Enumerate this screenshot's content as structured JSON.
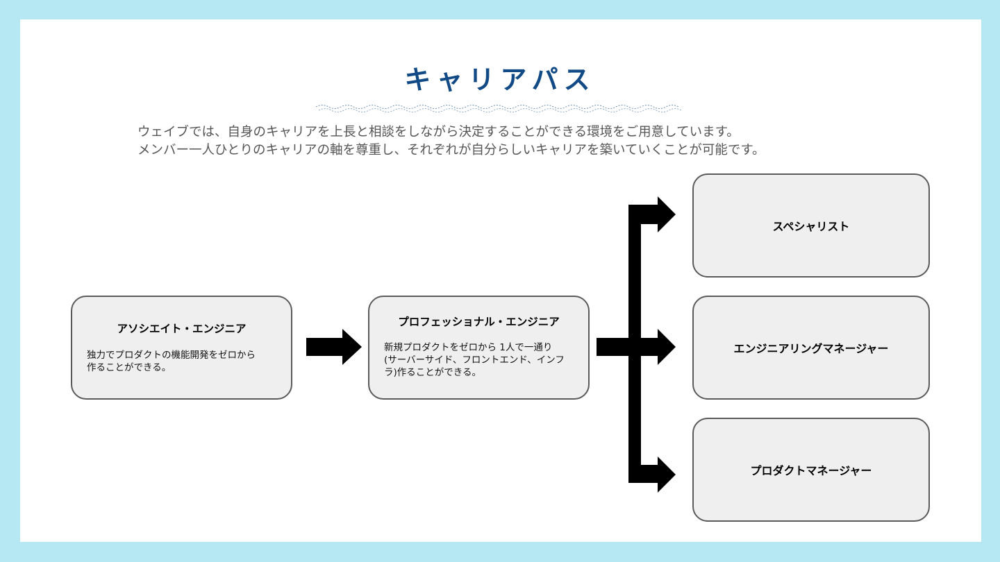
{
  "slide": {
    "title": "キャリアパス",
    "intro_lines": [
      "ウェイブでは、自身のキャリアを上長と相談をしながら決定することができる環境をご用意しています。",
      "メンバー一人ひとりのキャリアの軸を尊重し、それぞれが自分らしいキャリアを築いていくことが可能です。"
    ]
  },
  "associate": {
    "title": "アソシエイト・エンジニア",
    "desc_lines": [
      "独力でプロダクトの機能開発をゼロから",
      "作ることができる。"
    ]
  },
  "professional": {
    "title": "プロフェッショナル・エンジニア",
    "desc_lines": [
      "新規プロダクトをゼロから 1人で一通り",
      "(サーバーサイド、フロントエンド、インフ",
      "ラ)作ることができる。"
    ]
  },
  "roles": {
    "specialist": "スペシャリスト",
    "engineering_manager": "エンジニアリングマネージャー",
    "product_manager": "プロダクトマネージャー"
  },
  "colors": {
    "background": "#b5e8f2",
    "title": "#124a86",
    "box_fill": "#efefef",
    "box_border": "#5a5a5a",
    "arrow": "#000000"
  }
}
